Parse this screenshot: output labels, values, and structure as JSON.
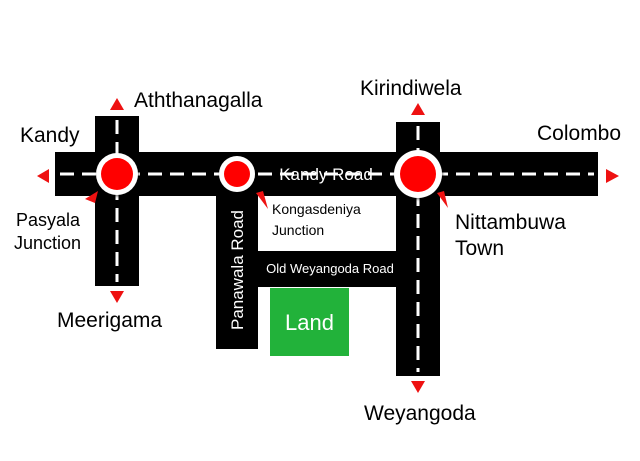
{
  "colors": {
    "road": "#000000",
    "lane_marking": "#ffffff",
    "junction": "#ff0000",
    "arrow": "#ee1111",
    "land": "#22b23a"
  },
  "places": {
    "kandy": "Kandy",
    "aththanagalla": "Aththanagalla",
    "kirindiwela": "Kirindiwela",
    "colombo": "Colombo",
    "pasyala_line1": "Pasyala",
    "pasyala_line2": "Junction",
    "meerigama": "Meerigama",
    "kongasdeniya_line1": "Kongasdeniya",
    "kongasdeniya_line2": "Junction",
    "nittambuwa_line1": "Nittambuwa",
    "nittambuwa_line2": "Town",
    "weyangoda": "Weyangoda"
  },
  "roads": {
    "kandy_road": "Kandy Road",
    "panawala_road": "Panawala Road",
    "old_weyangoda_road": "Old Weyangoda Road"
  },
  "land": {
    "label": "Land"
  },
  "icons": {
    "direction": "triangle-arrow-icon",
    "junction": "red-circle-junction-icon"
  }
}
